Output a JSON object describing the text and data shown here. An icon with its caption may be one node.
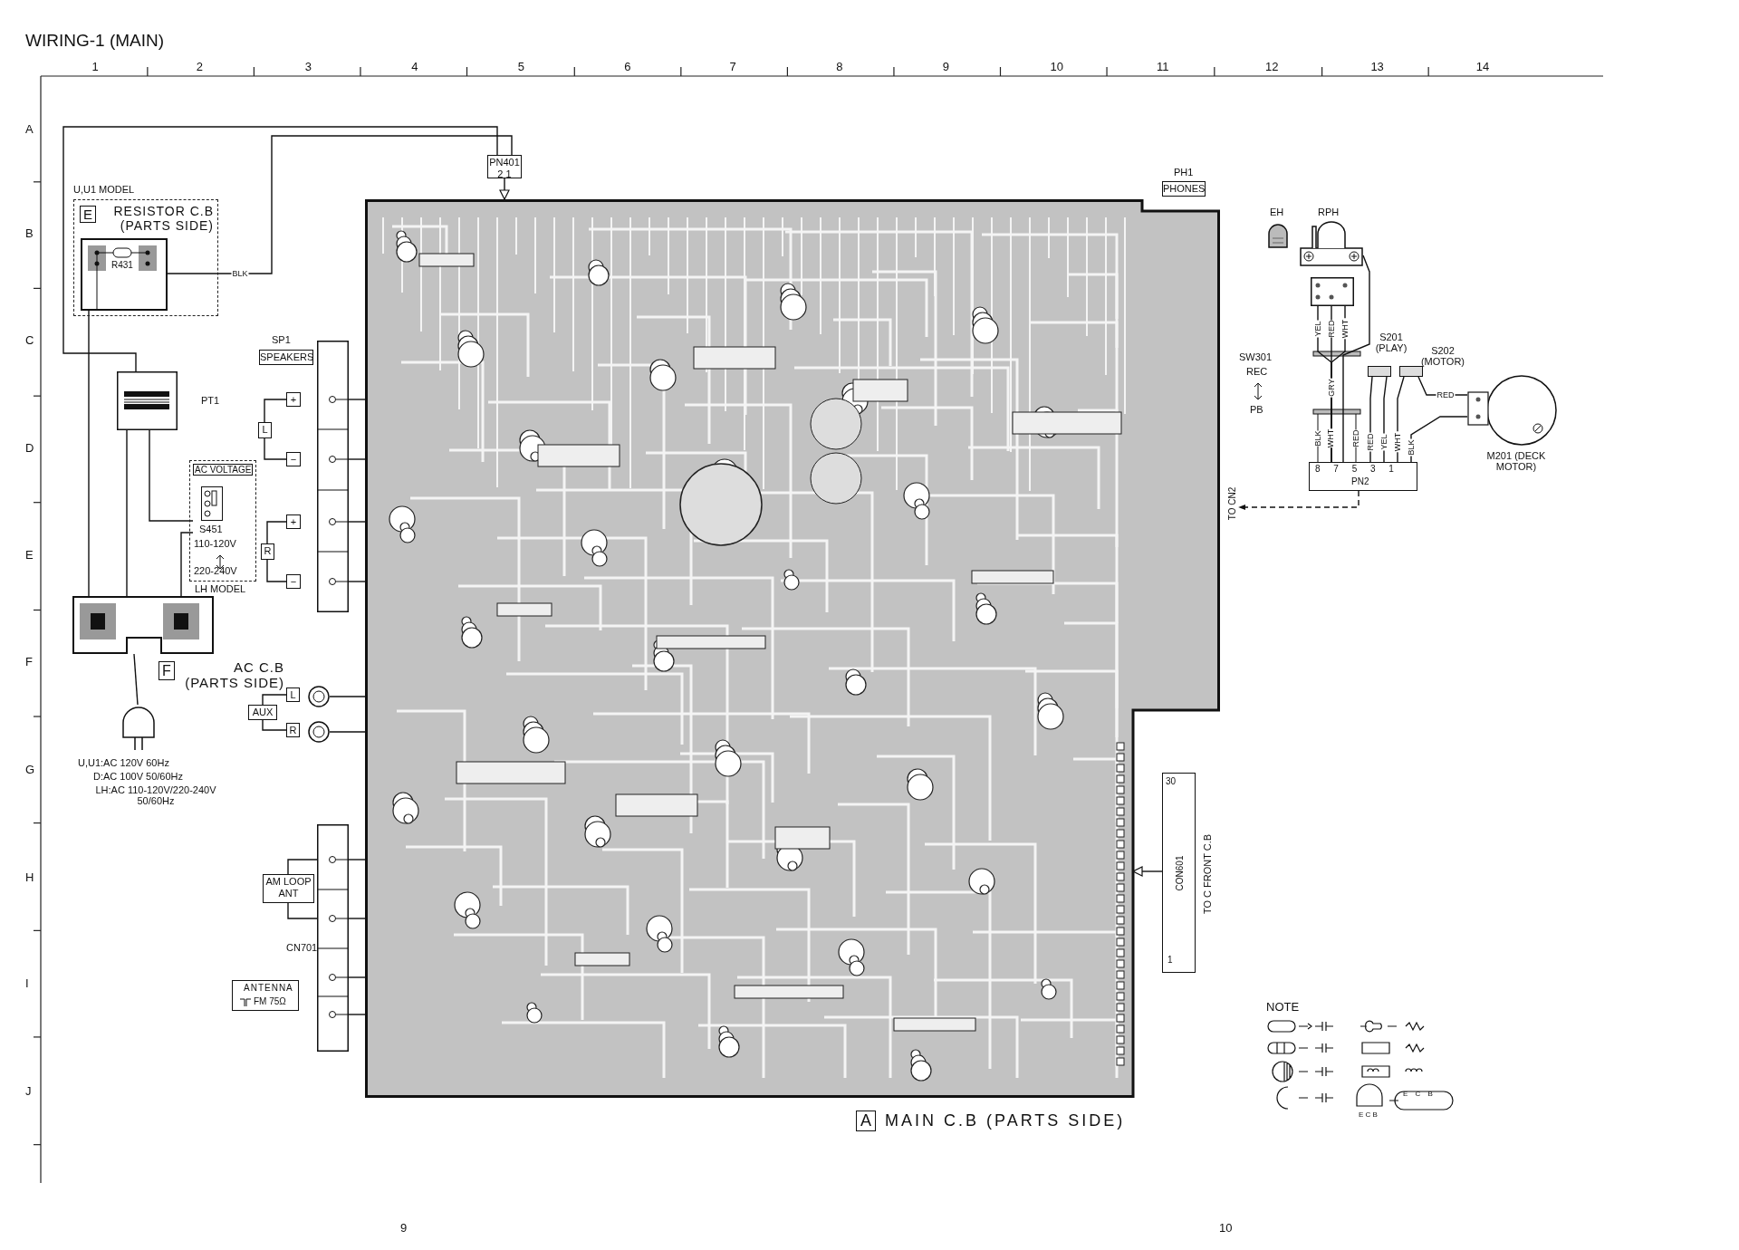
{
  "diagram": {
    "title": "WIRING-1 (MAIN)",
    "nodes": [
      {
        "text": [
          "E",
          "RESISTOR C.B (PARTS SIDE)"
        ],
        "beside": [
          "U,U1 MODEL"
        ]
      },
      {
        "text": [
          "R431"
        ],
        "in": 0
      },
      {
        "text": [],
        "shape": "box",
        "beside": [
          "PT1"
        ]
      },
      {
        "text": [
          "AC VOLTAGE"
        ],
        "beside": [
          "LH MODEL"
        ]
      },
      {
        "text": [
          "S451"
        ],
        "in": 3,
        "beside": [
          "110-120V",
          "220-240V"
        ]
      },
      {
        "text": [
          "F",
          "AC C.B (PARTS SIDE)"
        ]
      },
      {
        "text": [],
        "shape": "picture"
      },
      {
        "text": [
          "SPEAKERS"
        ],
        "beside": [
          "SP1"
        ]
      },
      {
        "text": [],
        "shape": "box"
      },
      {
        "text": [
          "L"
        ]
      },
      {
        "text": [
          "+"
        ]
      },
      {
        "text": [
          "−"
        ]
      },
      {
        "text": [
          "R"
        ]
      },
      {
        "text": [
          "+"
        ]
      },
      {
        "text": [
          "−"
        ]
      },
      {
        "text": [
          "AUX"
        ]
      },
      {
        "text": [
          "L"
        ]
      },
      {
        "text": [
          "R"
        ]
      },
      {
        "text": [],
        "shape": "circle"
      },
      {
        "text": [],
        "shape": "circle"
      },
      {
        "text": [
          "AM LOOP ANT"
        ]
      },
      {
        "text": [],
        "shape": "box",
        "beside": [
          "CN701"
        ]
      },
      {
        "text": [
          "ANTENNA",
          "FM 75Ω"
        ]
      },
      {
        "text": [
          "PN401",
          "2 1"
        ]
      },
      {
        "text": [
          "A",
          "MAIN C.B (PARTS SIDE)"
        ]
      },
      {
        "text": [
          "PHONES"
        ],
        "beside": [
          "PH1"
        ]
      },
      {
        "text": [
          "30",
          "CON601",
          "1"
        ]
      },
      {
        "text": [],
        "shape": "picture",
        "beside": [
          "EH"
        ]
      },
      {
        "text": [],
        "shape": "picture",
        "beside": [
          "RPH"
        ]
      },
      {
        "text": [],
        "shape": "box"
      },
      {
        "text": [],
        "shape": "box",
        "beside": [
          "S201 (PLAY)"
        ]
      },
      {
        "text": [],
        "shape": "box",
        "beside": [
          "S202 (MOTOR)"
        ]
      },
      {
        "text": [
          "8 7 5 3 1",
          "PN2"
        ]
      },
      {
        "text": [],
        "shape": "circle",
        "beside": [
          "M201 (DECK MOTOR)"
        ]
      },
      {
        "text": [
          "TO CN2"
        ]
      }
    ],
    "edges": [
      {
        "from": 1,
        "to": 23,
        "arrow": "none",
        "label": "BLK"
      },
      {
        "from": 23,
        "to": 2,
        "arrow": "none"
      },
      {
        "from": 1,
        "to": 5,
        "arrow": "none"
      },
      {
        "from": 2,
        "to": 5,
        "arrow": "none"
      },
      {
        "from": 2,
        "to": 4,
        "arrow": "none"
      },
      {
        "from": 4,
        "to": 5,
        "arrow": "none"
      },
      {
        "from": 5,
        "to": 6,
        "arrow": "none"
      },
      {
        "from": 8,
        "to": 24,
        "arrow": "none"
      },
      {
        "from": 8,
        "to": 24,
        "arrow": "none"
      },
      {
        "from": 8,
        "to": 24,
        "arrow": "none"
      },
      {
        "from": 8,
        "to": 24,
        "arrow": "none"
      },
      {
        "from": 9,
        "to": 10,
        "arrow": "none"
      },
      {
        "from": 9,
        "to": 11,
        "arrow": "none"
      },
      {
        "from": 12,
        "to": 13,
        "arrow": "none"
      },
      {
        "from": 12,
        "to": 14,
        "arrow": "none"
      },
      {
        "from": 15,
        "to": 16,
        "arrow": "none"
      },
      {
        "from": 15,
        "to": 17,
        "arrow": "none"
      },
      {
        "from": 18,
        "to": 24,
        "arrow": "none"
      },
      {
        "from": 19,
        "to": 24,
        "arrow": "none"
      },
      {
        "from": 20,
        "to": 21,
        "arrow": "none"
      },
      {
        "from": 20,
        "to": 21,
        "arrow": "none"
      },
      {
        "from": 21,
        "to": 24,
        "arrow": "none"
      },
      {
        "from": 21,
        "to": 24,
        "arrow": "none"
      },
      {
        "from": 21,
        "to": 24,
        "arrow": "none"
      },
      {
        "from": 21,
        "to": 24,
        "arrow": "none"
      },
      {
        "from": 23,
        "to": 24,
        "arrow": "to"
      },
      {
        "from": 26,
        "to": 24,
        "arrow": "to"
      },
      {
        "from": 29,
        "to": 32,
        "arrow": "none",
        "label": "GRY"
      },
      {
        "from": 28,
        "to": 32,
        "arrow": "none"
      },
      {
        "from": 30,
        "to": 32,
        "arrow": "none",
        "label": "RED"
      },
      {
        "from": 30,
        "to": 32,
        "arrow": "none",
        "label": "YEL"
      },
      {
        "from": 31,
        "to": 32,
        "arrow": "none",
        "label": "WHT"
      },
      {
        "from": 31,
        "to": 33,
        "arrow": "none",
        "label": "RED"
      },
      {
        "from": 33,
        "to": 32,
        "arrow": "none",
        "label": "BLK"
      },
      {
        "from": 32,
        "to": 34,
        "arrow": "to",
        "style": "dashed"
      },
      {
        "from": 29,
        "to": 32,
        "arrow": "none",
        "label": "YEL"
      },
      {
        "from": 29,
        "to": 32,
        "arrow": "none",
        "label": "WHT"
      }
    ],
    "labels": [
      "1",
      "2",
      "3",
      "4",
      "5",
      "6",
      "7",
      "8",
      "9",
      "10",
      "11",
      "12",
      "13",
      "14",
      "A",
      "B",
      "C",
      "D",
      "E",
      "F",
      "G",
      "H",
      "I",
      "J",
      "SW301",
      "REC",
      "PB",
      "RED",
      "BLK",
      "WHT",
      "RED",
      "U,U1:AC 120V 60Hz",
      "D:AC 100V 50/60Hz",
      "LH:AC 110-120V/220-240V 50/60Hz",
      "NOTE",
      "E C B",
      "E C B",
      "9",
      "10",
      "TO C FRONT C.B"
    ]
  }
}
